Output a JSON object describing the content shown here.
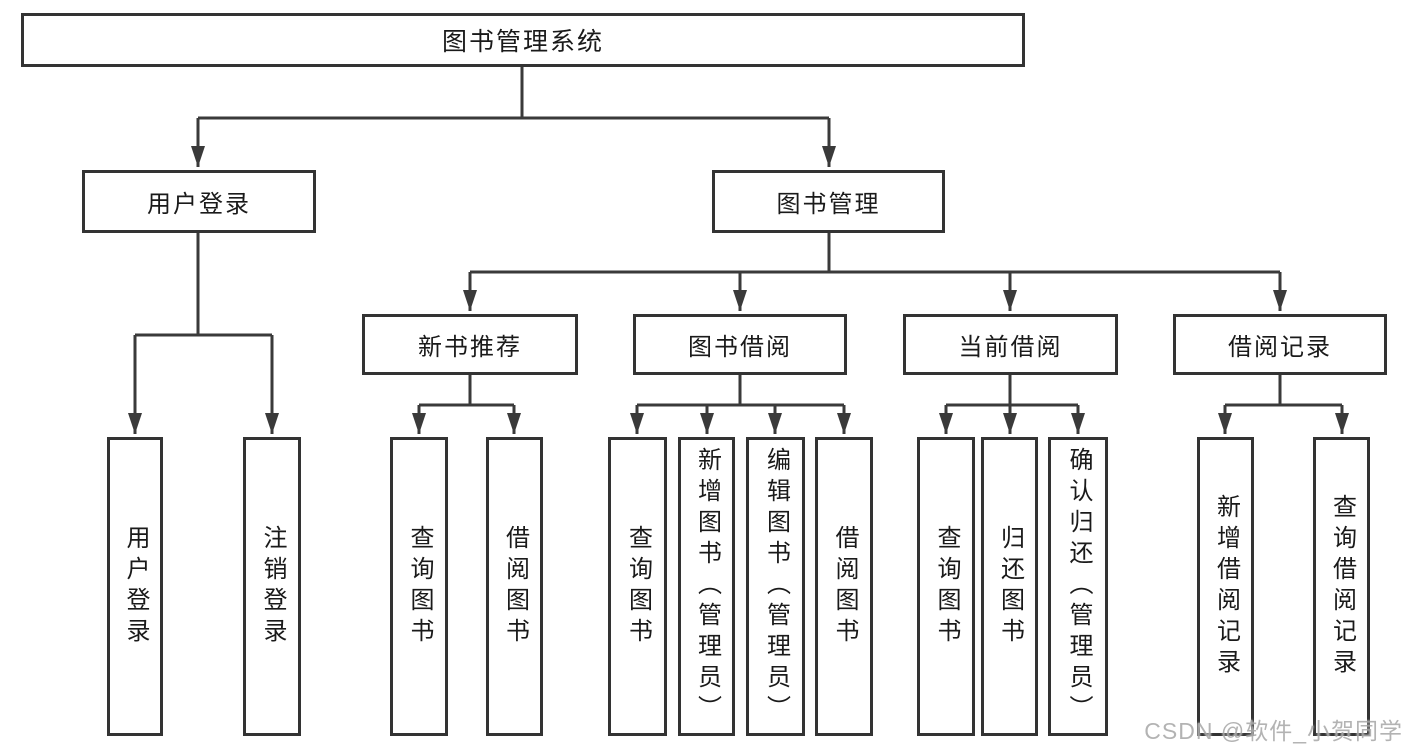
{
  "diagram": {
    "root": {
      "label": "图书管理系统"
    },
    "branches": [
      {
        "label": "用户登录",
        "children": [
          {
            "label": "用户登录"
          },
          {
            "label": "注销登录"
          }
        ]
      },
      {
        "label": "图书管理",
        "children": [
          {
            "label": "新书推荐",
            "children": [
              {
                "label": "查询图书"
              },
              {
                "label": "借阅图书"
              }
            ]
          },
          {
            "label": "图书借阅",
            "children": [
              {
                "label": "查询图书"
              },
              {
                "label": "新增图书（管理员）"
              },
              {
                "label": "编辑图书（管理员）"
              },
              {
                "label": "借阅图书"
              }
            ]
          },
          {
            "label": "当前借阅",
            "children": [
              {
                "label": "查询图书"
              },
              {
                "label": "归还图书"
              },
              {
                "label": "确认归还（管理员）"
              }
            ]
          },
          {
            "label": "借阅记录",
            "children": [
              {
                "label": "新增借阅记录"
              },
              {
                "label": "查询借阅记录"
              }
            ]
          }
        ]
      }
    ]
  },
  "watermark": {
    "text": "CSDN @软件_小贺同学"
  },
  "colors": {
    "line": "#3a3a3a",
    "box_border": "#333333",
    "box_fill": "#ffffff",
    "text": "#1a1a1a",
    "watermark": "#9e9e9e"
  }
}
